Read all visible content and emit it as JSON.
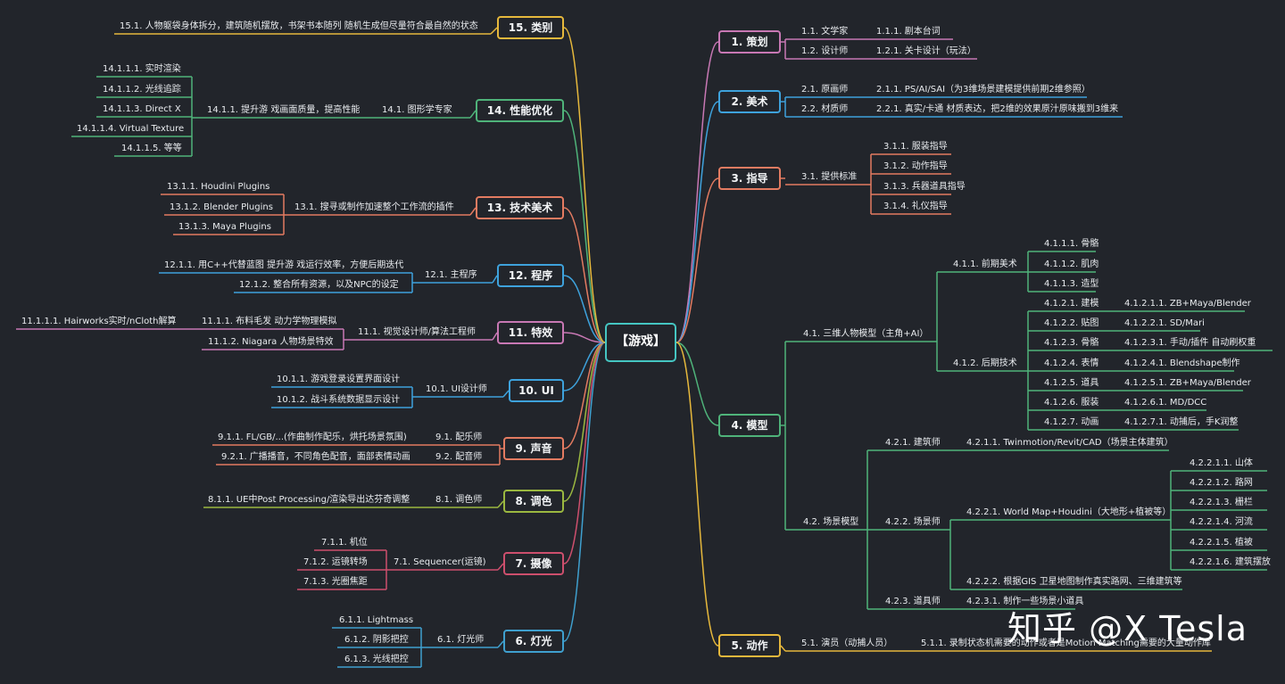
{
  "center": "【游戏】",
  "watermark": "知乎 @X Tesla",
  "branches": {
    "b1": {
      "label": "1. 策划",
      "color": "#c878b4"
    },
    "b2": {
      "label": "2. 美术",
      "color": "#3ea2dc"
    },
    "b3": {
      "label": "3. 指导",
      "color": "#e37b61"
    },
    "b4": {
      "label": "4. 模型",
      "color": "#4fb37a"
    },
    "b5": {
      "label": "5. 动作",
      "color": "#e6b83c"
    },
    "b6": {
      "label": "6. 灯光",
      "color": "#3fa0cf"
    },
    "b7": {
      "label": "7. 摄像",
      "color": "#cd4f6d"
    },
    "b8": {
      "label": "8. 调色",
      "color": "#9bb840"
    },
    "b9": {
      "label": "9. 声音",
      "color": "#e37b61"
    },
    "b10": {
      "label": "10. UI",
      "color": "#3ea2dc"
    },
    "b11": {
      "label": "11. 特效",
      "color": "#c878b4"
    },
    "b12": {
      "label": "12. 程序",
      "color": "#3ea2dc"
    },
    "b13": {
      "label": "13. 技术美术",
      "color": "#e37b61"
    },
    "b14": {
      "label": "14. 性能优化",
      "color": "#4fb37a"
    },
    "b15": {
      "label": "15. 类别",
      "color": "#e6b83c"
    }
  },
  "nodes": {
    "n1_1": "1.1. 文学家",
    "n1_1_1": "1.1.1. 剧本台词",
    "n1_2": "1.2. 设计师",
    "n1_2_1": "1.2.1. 关卡设计（玩法）",
    "n2_1": "2.1. 原画师",
    "n2_1_1": "2.1.1. PS/AI/SAI（为3维场景建模提供前期2维参照）",
    "n2_2": "2.2. 材质师",
    "n2_2_1": "2.2.1. 真实/卡通 材质表达，把2维的效果原汁原味搬到3维来",
    "n3_1": "3.1. 提供标准",
    "n3_1_1": "3.1.1. 服装指导",
    "n3_1_2": "3.1.2. 动作指导",
    "n3_1_3": "3.1.3. 兵器道具指导",
    "n3_1_4": "3.1.4. 礼仪指导",
    "n4_1": "4.1. 三维人物模型（主角+AI）",
    "n4_1_1": "4.1.1. 前期美术",
    "n4_1_1_1": "4.1.1.1. 骨骼",
    "n4_1_1_2": "4.1.1.2. 肌肉",
    "n4_1_1_3": "4.1.1.3. 造型",
    "n4_1_2": "4.1.2. 后期技术",
    "n4_1_2_1": "4.1.2.1. 建模",
    "n4_1_2_1_1": "4.1.2.1.1. ZB+Maya/Blender",
    "n4_1_2_2": "4.1.2.2. 贴图",
    "n4_1_2_2_1": "4.1.2.2.1. SD/Mari",
    "n4_1_2_3": "4.1.2.3. 骨骼",
    "n4_1_2_3_1": "4.1.2.3.1. 手动/插件 自动刷权重",
    "n4_1_2_4": "4.1.2.4. 表情",
    "n4_1_2_4_1": "4.1.2.4.1. Blendshape制作",
    "n4_1_2_5": "4.1.2.5. 道具",
    "n4_1_2_5_1": "4.1.2.5.1. ZB+Maya/Blender",
    "n4_1_2_6": "4.1.2.6. 服装",
    "n4_1_2_6_1": "4.1.2.6.1. MD/DCC",
    "n4_1_2_7": "4.1.2.7. 动画",
    "n4_1_2_7_1": "4.1.2.7.1. 动捕后，手K润整",
    "n4_2": "4.2. 场景模型",
    "n4_2_1": "4.2.1. 建筑师",
    "n4_2_1_1": "4.2.1.1. Twinmotion/Revit/CAD（场景主体建筑）",
    "n4_2_2": "4.2.2. 场景师",
    "n4_2_2_1": "4.2.2.1. World Map+Houdini（大地形+植被等）",
    "n4_2_2_1_1": "4.2.2.1.1. 山体",
    "n4_2_2_1_2": "4.2.2.1.2. 路网",
    "n4_2_2_1_3": "4.2.2.1.3. 栅栏",
    "n4_2_2_1_4": "4.2.2.1.4. 河流",
    "n4_2_2_1_5": "4.2.2.1.5. 植被",
    "n4_2_2_1_6": "4.2.2.1.6. 建筑摆放",
    "n4_2_2_2": "4.2.2.2. 根据GIS 卫星地图制作真实路网、三维建筑等",
    "n4_2_3": "4.2.3. 道具师",
    "n4_2_3_1": "4.2.3.1. 制作一些场景小道具",
    "n5_1": "5.1. 演员（动捕人员）",
    "n5_1_1": "5.1.1. 录制状态机需要的动作或者是Motion Matching需要的大量动作库",
    "n6_1": "6.1. 灯光师",
    "n6_1_1": "6.1.1. Lightmass",
    "n6_1_2": "6.1.2. 阴影把控",
    "n6_1_3": "6.1.3. 光线把控",
    "n7_1": "7.1. Sequencer(运镜)",
    "n7_1_1": "7.1.1. 机位",
    "n7_1_2": "7.1.2. 运镜转场",
    "n7_1_3": "7.1.3. 光圈焦距",
    "n8_1": "8.1. 调色师",
    "n8_1_1": "8.1.1. UE中Post Processing/渲染导出达芬奇调整",
    "n9_1": "9.1. 配乐师",
    "n9_1_1": "9.1.1. FL/GB/...(作曲制作配乐，烘托场景氛围)",
    "n9_2": "9.2. 配音师",
    "n9_2_1": "9.2.1. 广播播音，不同角色配音，面部表情动画",
    "n10_1": "10.1. UI设计师",
    "n10_1_1": "10.1.1. 游戏登录设置界面设计",
    "n10_1_2": "10.1.2. 战斗系统数据显示设计",
    "n11_1": "11.1. 视觉设计师/算法工程师",
    "n11_1_1": "11.1.1. 布料毛发 动力学物理模拟",
    "n11_1_1_1": "11.1.1.1. Hairworks实时/nCloth解算",
    "n11_1_2": "11.1.2. Niagara 人物场景特效",
    "n12_1": "12.1. 主程序",
    "n12_1_1": "12.1.1. 用C++代替蓝图 提升游 戏运行效率，方便后期迭代",
    "n12_1_2": "12.1.2. 整合所有资源，以及NPC的设定",
    "n13_1": "13.1. 搜寻或制作加速整个工作流的插件",
    "n13_1_1": "13.1.1. Houdini Plugins",
    "n13_1_2": "13.1.2. Blender Plugins",
    "n13_1_3": "13.1.3. Maya Plugins",
    "n14_1": "14.1. 图形学专家",
    "n14_1_1": "14.1.1. 提升游 戏画面质量，提高性能",
    "n14_1_1_1": "14.1.1.1. 实时渲染",
    "n14_1_1_2": "14.1.1.2. 光线追踪",
    "n14_1_1_3": "14.1.1.3. Direct X",
    "n14_1_1_4": "14.1.1.4. Virtual Texture",
    "n14_1_1_5": "14.1.1.5. 等等",
    "n15_1": "15.1. 人物躯袋身体拆分，建筑随机摆放，书架书本随列 随机生成但尽量符合最自然的状态"
  }
}
